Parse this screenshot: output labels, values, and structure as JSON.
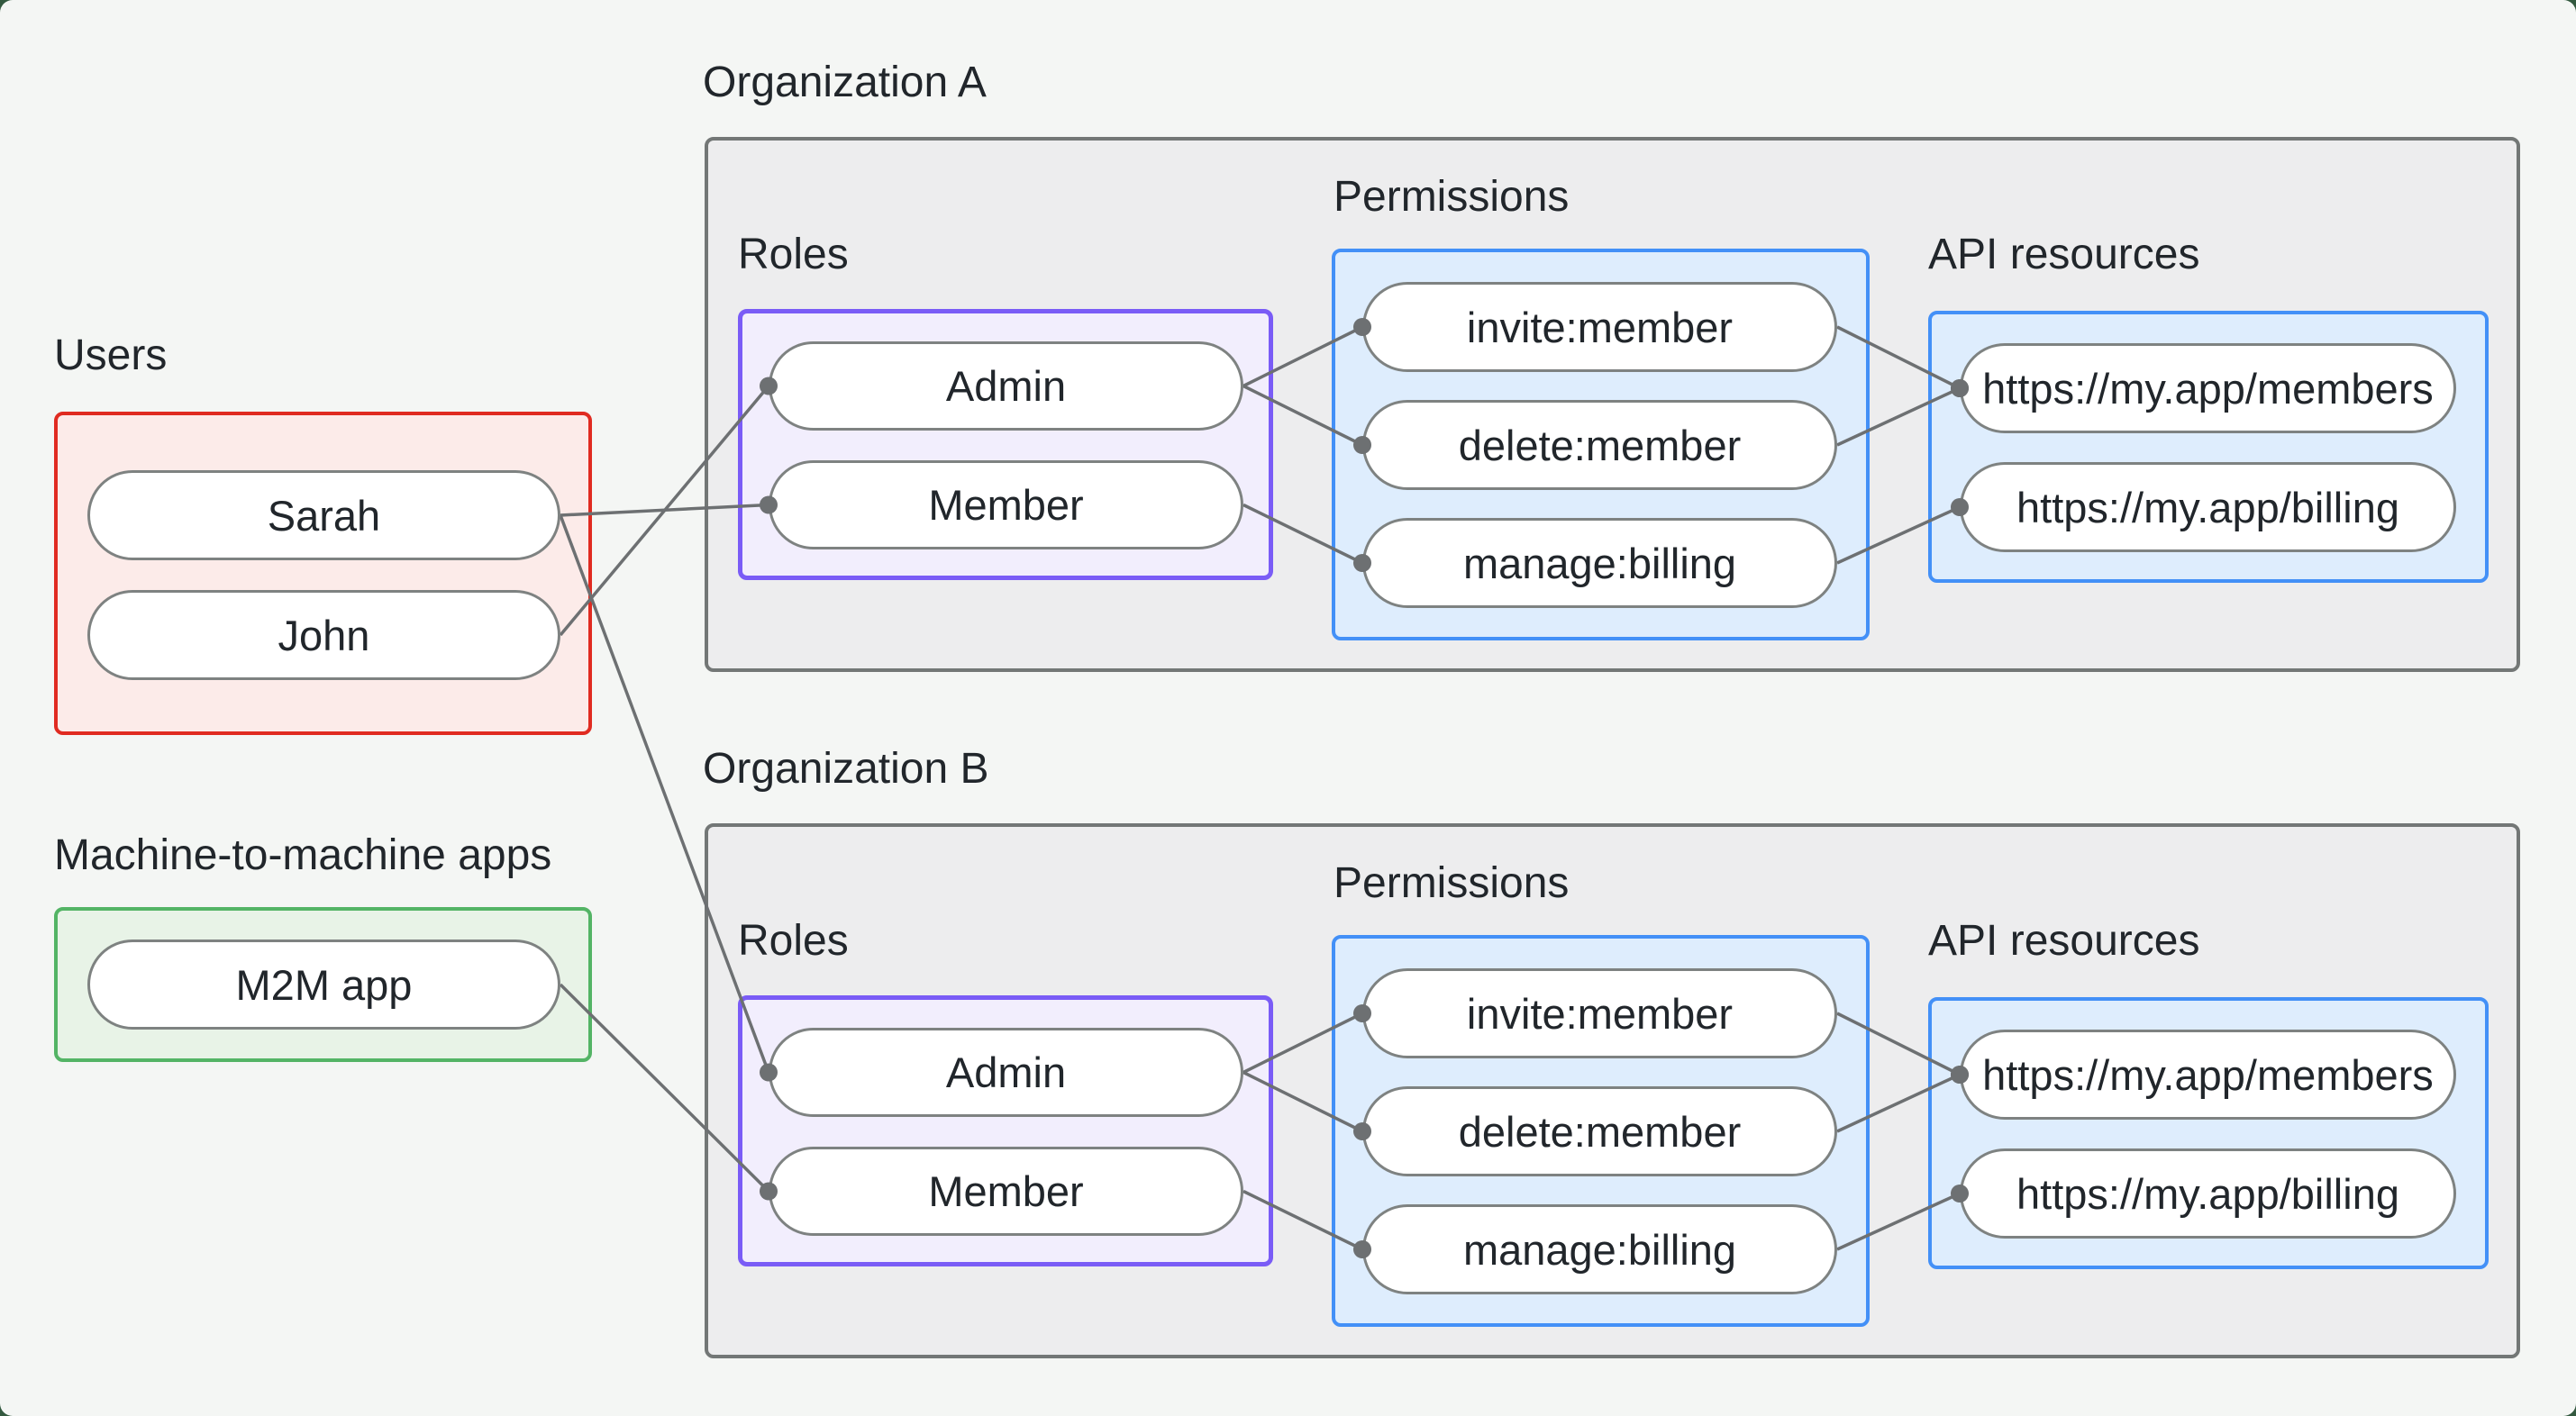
{
  "diagram": {
    "groups": {
      "users": {
        "label": "Users",
        "items": [
          {
            "id": "user-sarah",
            "label": "Sarah"
          },
          {
            "id": "user-john",
            "label": "John"
          }
        ]
      },
      "m2m": {
        "label": "Machine-to-machine apps",
        "items": [
          {
            "id": "m2m-app",
            "label": "M2M app"
          }
        ]
      }
    },
    "organizations": [
      {
        "label": "Organization A",
        "roles": {
          "label": "Roles",
          "items": [
            {
              "id": "org-a-role-admin",
              "label": "Admin"
            },
            {
              "id": "org-a-role-member",
              "label": "Member"
            }
          ]
        },
        "permissions": {
          "label": "Permissions",
          "items": [
            {
              "id": "org-a-perm-invite",
              "label": "invite:member"
            },
            {
              "id": "org-a-perm-delete",
              "label": "delete:member"
            },
            {
              "id": "org-a-perm-manage",
              "label": "manage:billing"
            }
          ]
        },
        "api_resources": {
          "label": "API resources",
          "items": [
            {
              "id": "org-a-api-members",
              "label": "https://my.app/members"
            },
            {
              "id": "org-a-api-billing",
              "label": "https://my.app/billing"
            }
          ]
        }
      },
      {
        "label": "Organization B",
        "roles": {
          "label": "Roles",
          "items": [
            {
              "id": "org-b-role-admin",
              "label": "Admin"
            },
            {
              "id": "org-b-role-member",
              "label": "Member"
            }
          ]
        },
        "permissions": {
          "label": "Permissions",
          "items": [
            {
              "id": "org-b-perm-invite",
              "label": "invite:member"
            },
            {
              "id": "org-b-perm-delete",
              "label": "delete:member"
            },
            {
              "id": "org-b-perm-manage",
              "label": "manage:billing"
            }
          ]
        },
        "api_resources": {
          "label": "API resources",
          "items": [
            {
              "id": "org-b-api-members",
              "label": "https://my.app/members"
            },
            {
              "id": "org-b-api-billing",
              "label": "https://my.app/billing"
            }
          ]
        }
      }
    ],
    "edges": [
      {
        "from": "user-sarah",
        "to": "org-a-role-member"
      },
      {
        "from": "user-john",
        "to": "org-a-role-admin"
      },
      {
        "from": "user-sarah",
        "to": "org-b-role-admin"
      },
      {
        "from": "m2m-app",
        "to": "org-b-role-member"
      },
      {
        "from": "org-a-role-admin",
        "to": "org-a-perm-invite"
      },
      {
        "from": "org-a-role-admin",
        "to": "org-a-perm-delete"
      },
      {
        "from": "org-a-role-member",
        "to": "org-a-perm-manage"
      },
      {
        "from": "org-a-perm-invite",
        "to": "org-a-api-members"
      },
      {
        "from": "org-a-perm-delete",
        "to": "org-a-api-members"
      },
      {
        "from": "org-a-perm-manage",
        "to": "org-a-api-billing"
      },
      {
        "from": "org-b-role-admin",
        "to": "org-b-perm-invite"
      },
      {
        "from": "org-b-role-admin",
        "to": "org-b-perm-delete"
      },
      {
        "from": "org-b-role-member",
        "to": "org-b-perm-manage"
      },
      {
        "from": "org-b-perm-invite",
        "to": "org-b-api-members"
      },
      {
        "from": "org-b-perm-delete",
        "to": "org-b-api-members"
      },
      {
        "from": "org-b-perm-manage",
        "to": "org-b-api-billing"
      }
    ]
  },
  "colors": {
    "edge": "#6d7072",
    "users_border": "#e02b21",
    "users_fill": "#fcebe9",
    "m2m_border": "#53b465",
    "m2m_fill": "#e8f3e7",
    "org_border": "#737776",
    "org_fill": "#ededee",
    "roles_border": "#7a5cf6",
    "roles_fill": "#f2eefd",
    "blue_border": "#4390f7",
    "blue_fill": "#deedfd",
    "node_fill": "#ffffff",
    "node_border": "#7e8281",
    "text": "#21262b",
    "canvas": "#f4f6f4",
    "frame": "#33593f"
  }
}
